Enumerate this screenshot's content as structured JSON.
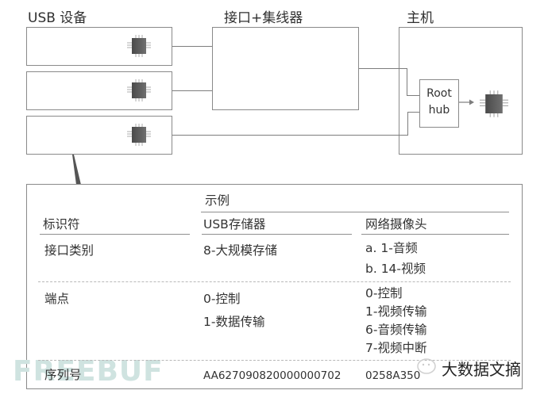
{
  "diagram": {
    "labels": {
      "usb_devices": "USB 设备",
      "interface_hub": "接口+集线器",
      "host": "主机",
      "root_hub_line1": "Root",
      "root_hub_line2": "hub"
    },
    "devices": [
      {
        "name": "device-1"
      },
      {
        "name": "device-2"
      },
      {
        "name": "device-3"
      }
    ],
    "icons": {
      "chip": "microchip-icon",
      "arrow": "arrow-right-icon"
    },
    "colors": {
      "line": "#7d7d7d",
      "box_border": "#8a8a8a",
      "chip": "#555555"
    }
  },
  "table": {
    "group_header": "示例",
    "headers": {
      "identifier": "标识符",
      "usb_storage": "USB存储器",
      "webcam": "网络摄像头"
    },
    "rows": [
      {
        "identifier": "接口类别",
        "usb_storage": [
          "8-大规模存储"
        ],
        "webcam": [
          "a. 1-音频",
          "b. 14-视频"
        ]
      },
      {
        "identifier": "端点",
        "usb_storage": [
          "0-控制",
          "1-数据传输"
        ],
        "webcam": [
          "0-控制",
          "1-视频传输",
          "6-音频传输",
          "7-视频中断"
        ]
      },
      {
        "identifier": "序列号",
        "usb_storage": [
          "AA627090820000000702"
        ],
        "webcam": [
          "0258A350"
        ]
      }
    ]
  },
  "watermarks": {
    "freebuf": "FREEBUF",
    "bigdata": "大数据文摘"
  }
}
